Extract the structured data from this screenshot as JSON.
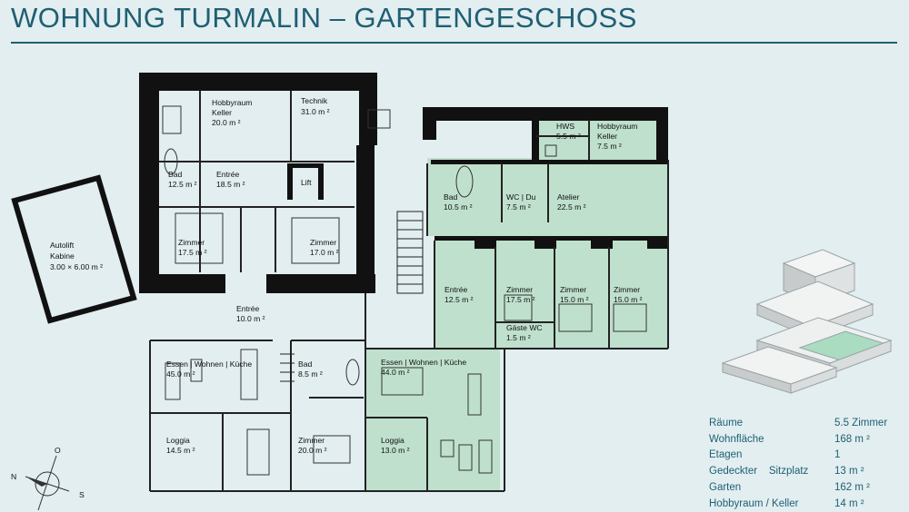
{
  "title": "WOHNUNG TURMALIN – GARTENGESCHOSS",
  "colors": {
    "title": "#1f5f73",
    "background": "#e2eef0",
    "unit_highlight": "#bfe0cd",
    "wall": "#111111"
  },
  "autolift": {
    "line1": "Autolift",
    "line2": "Kabine",
    "size": "3.00 × 6.00 m ²"
  },
  "rooms": [
    {
      "name": "Hobbyraum",
      "name2": "Keller",
      "area": "20.0 m ²"
    },
    {
      "name": "Technik",
      "area": "31.0 m ²"
    },
    {
      "name": "Bad",
      "area": "12.5 m ²"
    },
    {
      "name": "Entrée",
      "area": "18.5 m ²"
    },
    {
      "name": "Lift"
    },
    {
      "name": "Zimmer",
      "area": "17.5 m ²"
    },
    {
      "name": "Zimmer",
      "area": "17.0 m ²"
    },
    {
      "name": "Entrée",
      "area": "10.0 m ²"
    },
    {
      "name": "Essen | Wohnen | Küche",
      "area": "45.0 m ²"
    },
    {
      "name": "Bad",
      "area": "8.5 m ²"
    },
    {
      "name": "Loggia",
      "area": "14.5 m ²"
    },
    {
      "name": "Zimmer",
      "area": "20.0 m ²"
    },
    {
      "name": "HWS",
      "area": "5.5 m ²"
    },
    {
      "name": "Hobbyraum",
      "name2": "Keller",
      "area": "7.5 m ²"
    },
    {
      "name": "Bad",
      "area": "10.5 m ²"
    },
    {
      "name": "WC | Du",
      "area": "7.5 m ²"
    },
    {
      "name": "Atelier",
      "area": "22.5 m ²"
    },
    {
      "name": "Entrée",
      "area": "12.5 m ²"
    },
    {
      "name": "Zimmer",
      "area": "17.5 m ²"
    },
    {
      "name": "Zimmer",
      "area": "15.0 m ²"
    },
    {
      "name": "Zimmer",
      "area": "15.0 m ²"
    },
    {
      "name": "Gäste WC",
      "area": "1.5 m ²"
    },
    {
      "name": "Essen | Wohnen | Küche",
      "area": "44.0 m ²"
    },
    {
      "name": "Loggia",
      "area": "13.0 m ²"
    }
  ],
  "compass": {
    "north": "N",
    "south": "S",
    "east": "O"
  },
  "facts": [
    {
      "label": "Räume",
      "value": "5.5 Zimmer"
    },
    {
      "label": "Wohnfläche",
      "value": "168 m ²"
    },
    {
      "label": "Etagen",
      "value": "1"
    },
    {
      "label": "Gedeckter    Sitzplatz",
      "value": "13 m ²"
    },
    {
      "label": "Garten",
      "value": "162 m ²"
    },
    {
      "label": "Hobbyraum / Keller",
      "value": "14 m ²"
    }
  ]
}
